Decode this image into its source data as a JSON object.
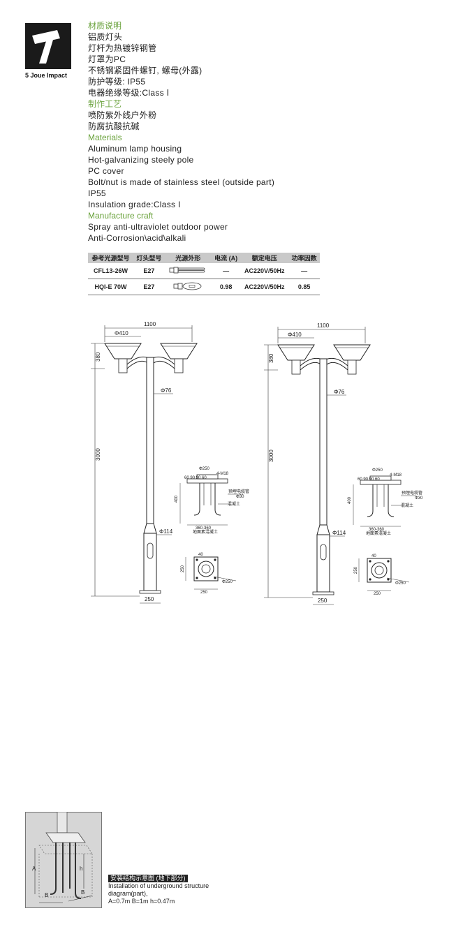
{
  "brand": {
    "name": "5 Joue Impact"
  },
  "specs": [
    {
      "kind": "h",
      "text": "材质说明"
    },
    {
      "kind": "l",
      "text": "铝质灯头"
    },
    {
      "kind": "l",
      "text": "灯杆为热镀锌钢管"
    },
    {
      "kind": "l",
      "text": "灯罩为PC"
    },
    {
      "kind": "l",
      "text": "不锈钢紧固件螺钉, 螺母(外露)"
    },
    {
      "kind": "l",
      "text": "防护等级: IP55"
    },
    {
      "kind": "l",
      "text": "电器绝缘等级:Class Ⅰ"
    },
    {
      "kind": "h",
      "text": "制作工艺"
    },
    {
      "kind": "l",
      "text": "喷防紫外线户外粉"
    },
    {
      "kind": "l",
      "text": "防腐抗酸抗碱"
    },
    {
      "kind": "h",
      "text": "Materials"
    },
    {
      "kind": "l",
      "text": "Aluminum lamp housing"
    },
    {
      "kind": "l",
      "text": "Hot-galvanizing steely pole"
    },
    {
      "kind": "l",
      "text": "PC cover"
    },
    {
      "kind": "l",
      "text": "Bolt/nut is made of stainless steel (outside part)"
    },
    {
      "kind": "l",
      "text": "IP55"
    },
    {
      "kind": "l",
      "text": "Insulation grade:Class I"
    },
    {
      "kind": "h",
      "text": "Manufacture craft"
    },
    {
      "kind": "l",
      "text": "Spray anti-ultraviolet outdoor power"
    },
    {
      "kind": "l",
      "text": "Anti-Corrosion\\acid\\alkali"
    }
  ],
  "lamp_table": {
    "headers": [
      "参考光源型号",
      "灯头型号",
      "光源外形",
      "电流 (A)",
      "额定电压",
      "功率因数"
    ],
    "rows": [
      [
        "CFL13-26W",
        "E27",
        "",
        "—",
        "AC220V/50Hz",
        "—"
      ],
      [
        "HQI-E 70W",
        "E27",
        "",
        "0.98",
        "AC220V/50Hz",
        "0.85"
      ]
    ]
  },
  "drawing": {
    "width": "1100",
    "head_dia": "Φ410",
    "head_h": "380",
    "pole_dia": "Φ76",
    "height": "3000",
    "base_dia": "Φ114",
    "base_w": "250",
    "bolt_pitch": "Φ250",
    "bolt": "4-M18",
    "embed": "400",
    "found_w": "360-360",
    "rod": "Φ30",
    "sq": "250",
    "hole": "40",
    "pipe_label": "预埋电缆管",
    "concrete": "混凝土",
    "ground": "地面素混凝土",
    "top_dims": "60 90 90 60"
  },
  "install": {
    "title_cn": "安装结构示意图 (地下部分)",
    "title_en": "Installation of underground structure diagram(part),",
    "dims": "A=0.7m  B=1m  h=0.47m",
    "label_a": "A",
    "label_b": "B",
    "label_h": "h"
  }
}
